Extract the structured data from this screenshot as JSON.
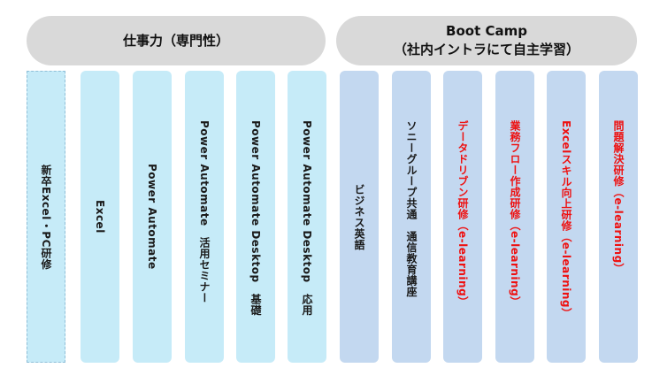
{
  "headers": {
    "left": {
      "line1": "仕事力（専門性）"
    },
    "right": {
      "line1": "Boot Camp",
      "line2": "（社内イントラにて自主学習）"
    }
  },
  "columns": [
    {
      "label": "新卒Excel・PC研修"
    },
    {
      "label": "Excel"
    },
    {
      "label": "Power Automate"
    },
    {
      "label": "Power Automate　活用セミナー"
    },
    {
      "label": "Power Automate Desktop　基礎"
    },
    {
      "label": "Power Automate Desktop　応用"
    },
    {
      "label": "ビジネス英語"
    },
    {
      "label": "ソニーグループ共通　通信教育講座"
    },
    {
      "label": "データドリブン研修（e-learning）"
    },
    {
      "label": "業務フロー作成研修（e-learning）"
    },
    {
      "label": "Excelスキル向上研修（e-learning）"
    },
    {
      "label": "問題解決研修（e-learning）"
    }
  ],
  "colors": {
    "header_bg": "#d9d9d9",
    "left_group_bg": "#c6ebf8",
    "right_group_bg": "#c3d8f0",
    "highlight_text": "#ee1111"
  }
}
